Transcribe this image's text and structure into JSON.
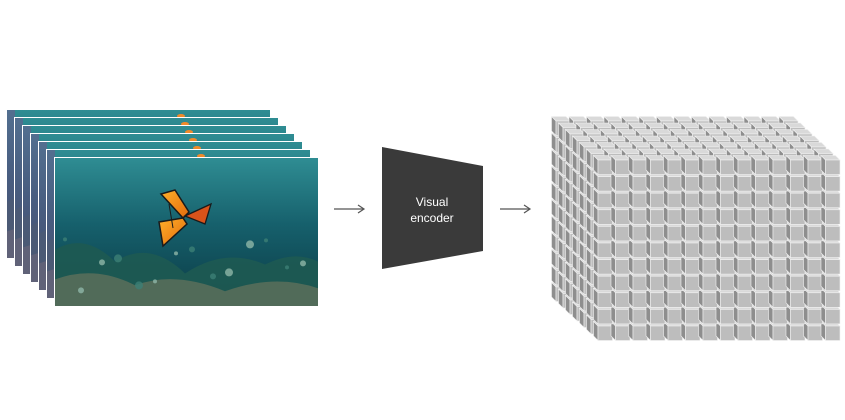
{
  "diagram": {
    "input": {
      "kind": "video-frames",
      "frame_count": 7,
      "description_icon": "video-frame-stack-icon"
    },
    "encoder": {
      "label_line1": "Visual",
      "label_line2": "encoder",
      "color": "#3a3a3a"
    },
    "output": {
      "kind": "token-cube-grid",
      "columns": 14,
      "rows": 11,
      "depth": 7,
      "front_color": "#bdbdbd",
      "top_color": "#d9d9d9",
      "side_color": "#8e8e8e"
    },
    "arrows": [
      "input-to-encoder",
      "encoder-to-output"
    ],
    "colors": {
      "water_deep": "#0d4a5a",
      "water_light": "#2f8d93",
      "arrow": "#555555"
    }
  }
}
